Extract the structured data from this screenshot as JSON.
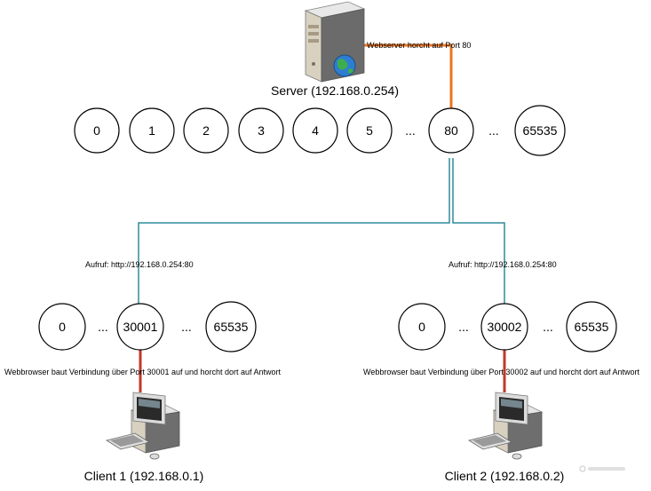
{
  "server": {
    "label": "Server (192.168.0.254)",
    "listen_note": "Webserver horcht auf Port 80",
    "icon": "server-tower-globe-icon",
    "ports": [
      "0",
      "1",
      "2",
      "3",
      "4",
      "5",
      "...",
      "80",
      "...",
      "65535"
    ]
  },
  "client1": {
    "label": "Client 1 (192.168.0.1)",
    "request": "Aufruf: http://192.168.0.254:80",
    "note": "Webbrowser baut Verbindung über Port 30001 auf und horcht dort auf Antwort",
    "icon": "desktop-computer-icon",
    "ports": [
      "0",
      "...",
      "30001",
      "...",
      "65535"
    ]
  },
  "client2": {
    "label": "Client 2 (192.168.0.2)",
    "request": "Aufruf: http://192.168.0.254:80",
    "note": "Webbrowser baut Verbindung über Port 30002 auf und horcht dort auf Antwort",
    "icon": "desktop-computer-icon",
    "ports": [
      "0",
      "...",
      "30002",
      "...",
      "65535"
    ]
  },
  "colors": {
    "server_link": "#e87722",
    "network_link": "#2e8b9a",
    "client_link": "#c0392b"
  }
}
